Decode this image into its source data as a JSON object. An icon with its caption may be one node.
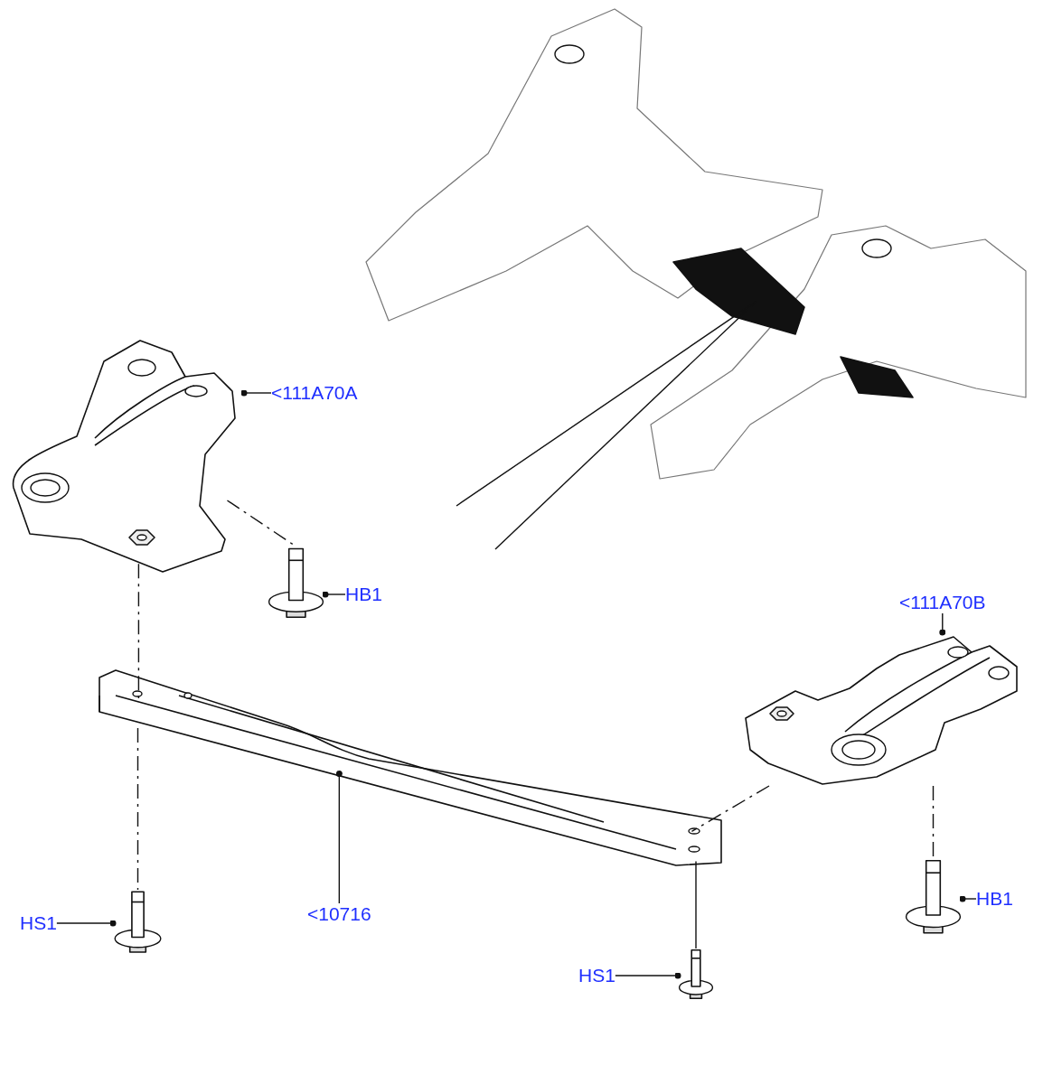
{
  "diagram": {
    "nodes": [
      {
        "text": [
          "<111A70A"
        ]
      },
      {
        "text": [],
        "shape": "picture"
      },
      {
        "text": [
          "HB1"
        ]
      },
      {
        "text": [],
        "shape": "picture"
      },
      {
        "text": [
          "<111A70B"
        ]
      },
      {
        "text": [],
        "shape": "picture"
      },
      {
        "text": [
          "HB1"
        ]
      },
      {
        "text": [],
        "shape": "picture"
      },
      {
        "text": [
          "HS1"
        ]
      },
      {
        "text": [],
        "shape": "picture"
      },
      {
        "text": [
          "<10716"
        ]
      },
      {
        "text": [],
        "shape": "picture"
      },
      {
        "text": [
          "HS1"
        ]
      },
      {
        "text": [],
        "shape": "picture"
      },
      {
        "text": [],
        "shape": "picture"
      }
    ],
    "edges": [
      {
        "from": 0,
        "to": 1,
        "arrow": "other"
      },
      {
        "from": 2,
        "to": 3,
        "arrow": "other"
      },
      {
        "from": 4,
        "to": 5,
        "arrow": "other"
      },
      {
        "from": 6,
        "to": 7,
        "arrow": "other"
      },
      {
        "from": 8,
        "to": 9,
        "arrow": "other"
      },
      {
        "from": 10,
        "to": 11,
        "arrow": "other"
      },
      {
        "from": 12,
        "to": 13,
        "arrow": "other"
      },
      {
        "from": 1,
        "to": 3,
        "arrow": "none",
        "style": "dashed"
      },
      {
        "from": 1,
        "to": 11,
        "arrow": "none",
        "style": "dashed"
      },
      {
        "from": 11,
        "to": 9,
        "arrow": "none",
        "style": "dashed"
      },
      {
        "from": 5,
        "to": 11,
        "arrow": "none",
        "style": "dashed"
      },
      {
        "from": 5,
        "to": 7,
        "arrow": "none",
        "style": "dashed"
      },
      {
        "from": 11,
        "to": 13,
        "arrow": "none"
      },
      {
        "from": 14,
        "to": null,
        "arrow": "none"
      },
      {
        "from": 14,
        "to": null,
        "arrow": "none"
      }
    ]
  }
}
